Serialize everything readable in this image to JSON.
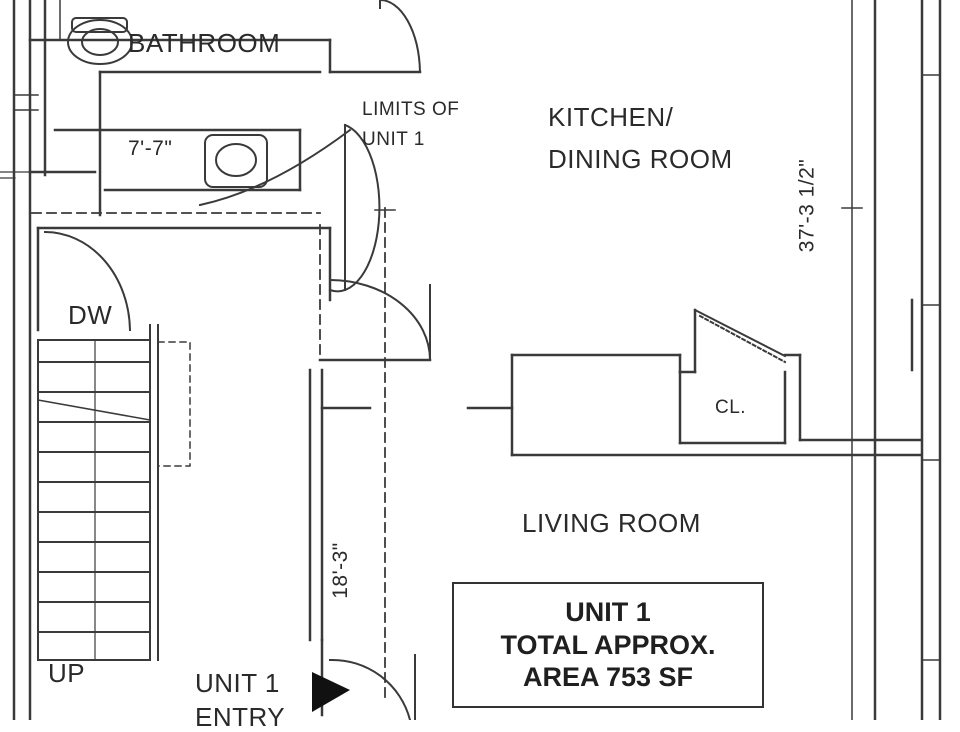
{
  "rooms": {
    "bathroom": "BATHROOM",
    "kitchen_line1": "KITCHEN/",
    "kitchen_line2": "DINING ROOM",
    "living": "LIVING ROOM",
    "closet": "CL.",
    "dishwasher": "DW"
  },
  "notes": {
    "limits_line1": "LIMITS OF",
    "limits_line2": "UNIT 1",
    "stair_up": "UP",
    "entry_line1": "UNIT 1",
    "entry_line2": "ENTRY"
  },
  "dimensions": {
    "bath_width": "7'-7\"",
    "overall_depth": "37'-3 1/2\"",
    "living_width": "18'-3\""
  },
  "area_box": {
    "line1": "UNIT 1",
    "line2": "TOTAL APPROX.",
    "line3": "AREA 753 SF"
  },
  "colors": {
    "wall": "#3a3a3a",
    "text": "#2a2a2a"
  }
}
